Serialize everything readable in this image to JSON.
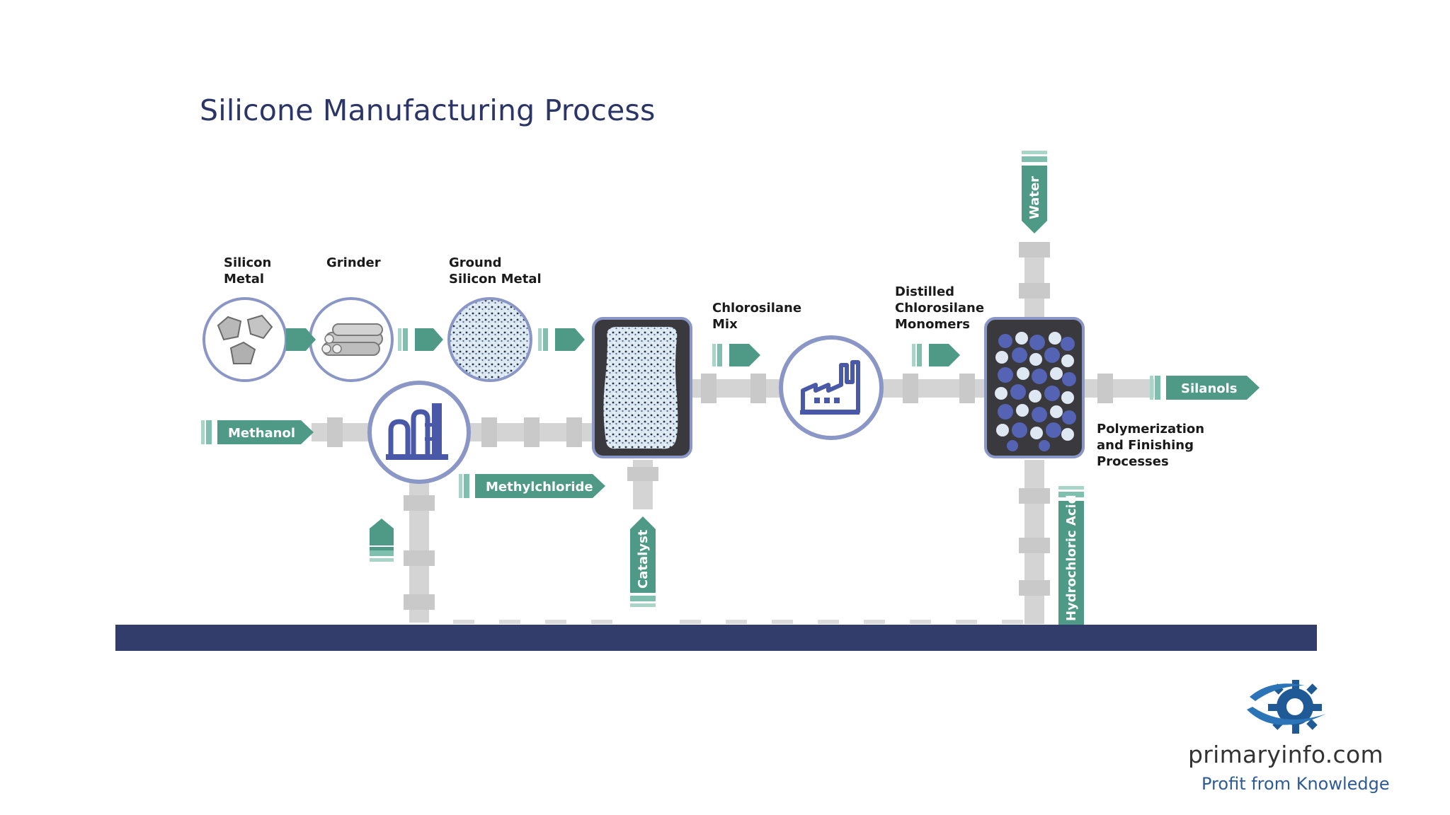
{
  "title": "Silicone Manufacturing Process",
  "stages": {
    "silicon_metal": "Silicon\nMetal",
    "grinder": "Grinder",
    "ground_silicon_metal": "Ground\nSilicon Metal",
    "chlorosilane_mix": "Chlorosilane\nMix",
    "distilled_monomers": "Distilled\nChlorosilane\nMonomers",
    "polymerization": "Polymerization\nand Finishing\nProcesses"
  },
  "flows": {
    "methanol": "Methanol",
    "methylchloride": "Methylchloride",
    "catalyst": "Catalyst",
    "water": "Water",
    "silanols": "Silanols",
    "hydrochloric_acid": "Hydrochloric Acid"
  },
  "logo": {
    "brand": "primaryinfo.com",
    "tagline": "Profit from Knowledge"
  },
  "colors": {
    "title": "#2b3566",
    "accent_teal": "#4e9a87",
    "circle_border": "#8a96c6",
    "icon_blue": "#4a58a8",
    "pipe_gray": "#d4d4d4",
    "base_bar": "#323d6b"
  }
}
